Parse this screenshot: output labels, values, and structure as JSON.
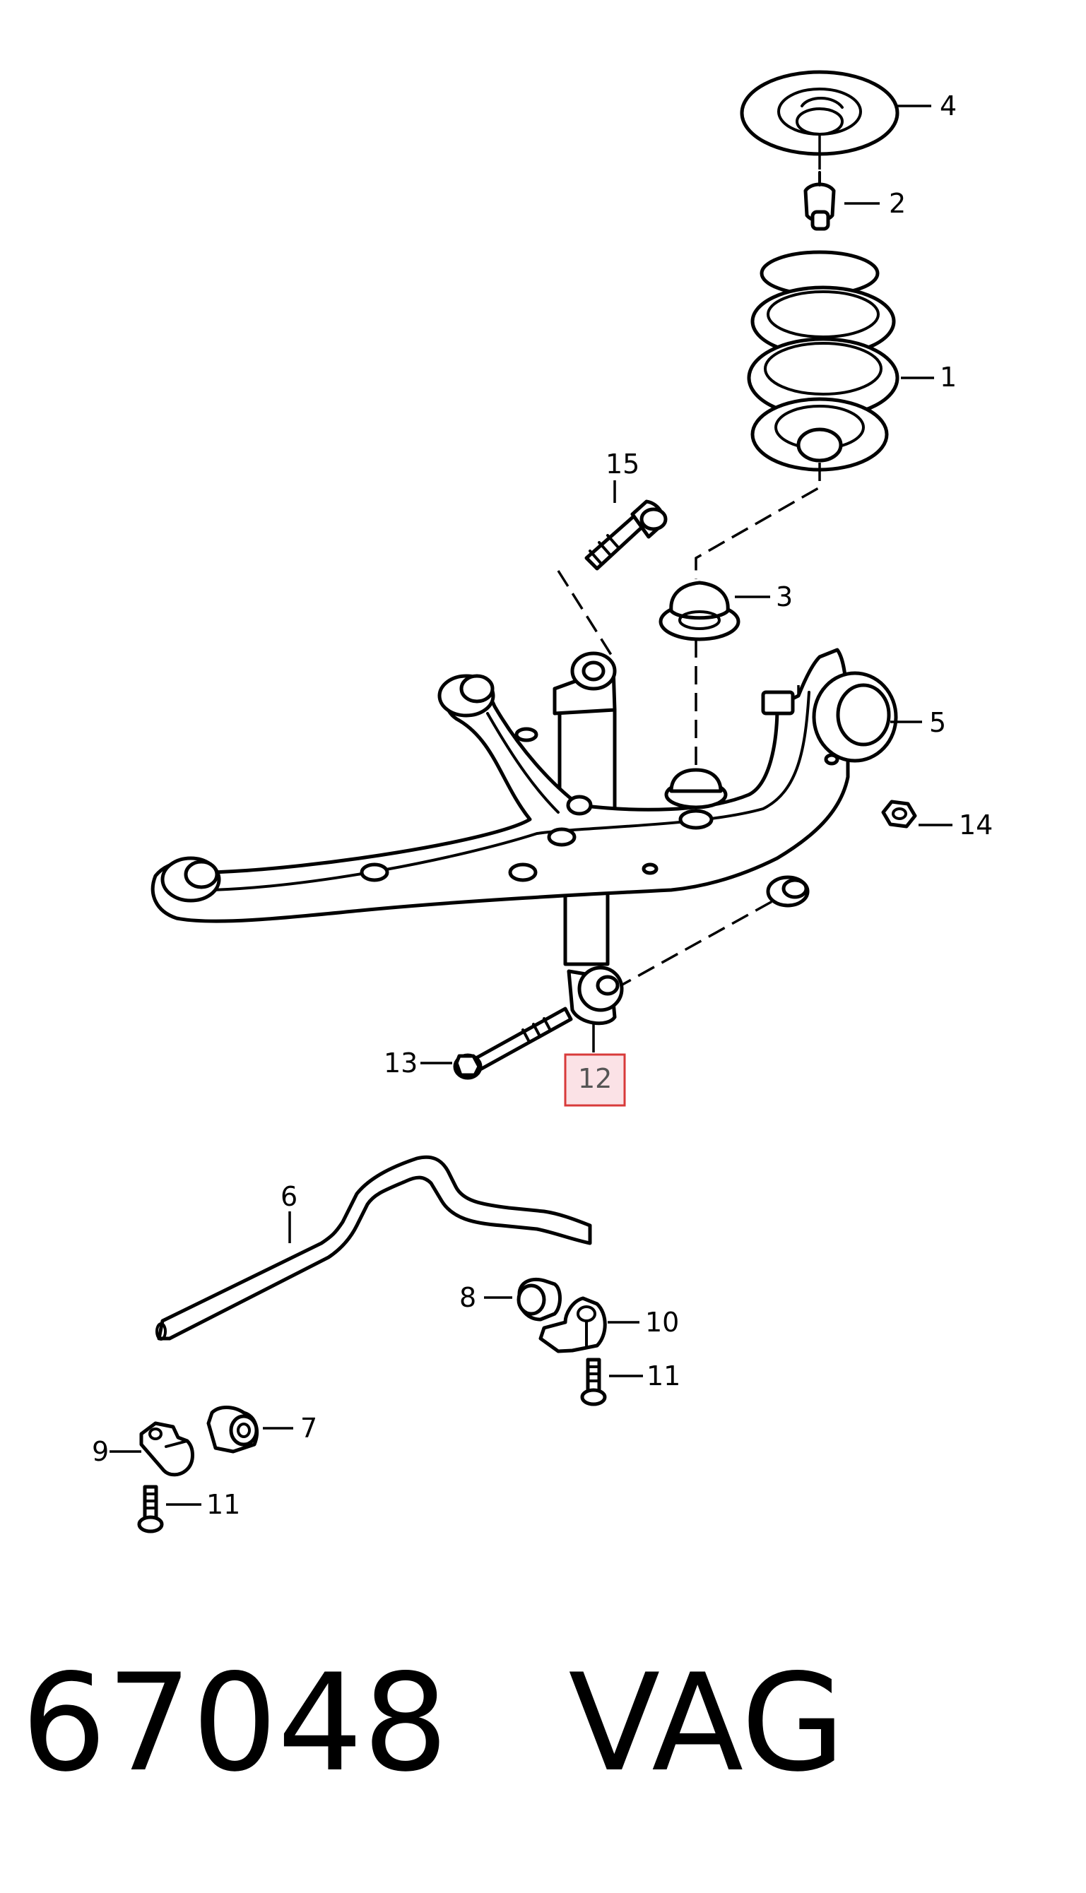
{
  "callouts": {
    "c1": "1",
    "c2": "2",
    "c3": "3",
    "c4": "4",
    "c5": "5",
    "c6": "6",
    "c7": "7",
    "c8": "8",
    "c9": "9",
    "c10": "10",
    "c11a": "11",
    "c11b": "11",
    "c12": "12",
    "c13": "13",
    "c14": "14",
    "c15": "15"
  },
  "highlighted_part": "12",
  "highlight_color": "#d83a3a",
  "footer": {
    "part_number": "67048",
    "brand": "VAG"
  }
}
